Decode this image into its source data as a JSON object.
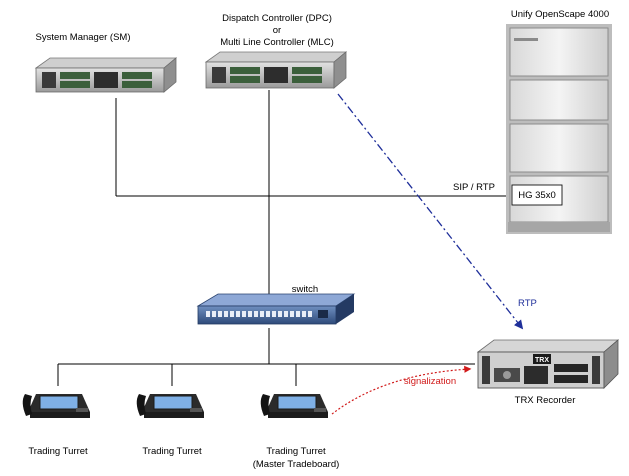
{
  "nodes": {
    "system_manager": {
      "label": "System Manager (SM)"
    },
    "dispatch_controller": {
      "label_line1": "Dispatch Controller (DPC)",
      "label_line2": "or",
      "label_line3": "Multi Line Controller (MLC)"
    },
    "openscape": {
      "label": "Unify OpenScape 4000",
      "module_label": "HG 35x0"
    },
    "switch": {
      "label": "switch"
    },
    "trx_recorder": {
      "label": "TRX Recorder",
      "front_badge": "TRX"
    },
    "turrets": [
      {
        "label_line1": "Trading Turret",
        "label_line2": ""
      },
      {
        "label_line1": "Trading Turret",
        "label_line2": ""
      },
      {
        "label_line1": "Trading Turret",
        "label_line2": "(Master Tradeboard)"
      }
    ]
  },
  "links": {
    "sip_rtp": {
      "label": "SIP / RTP"
    },
    "rtp": {
      "label": "RTP",
      "color": "#1f2f9a"
    },
    "signalization": {
      "label": "signalization",
      "color": "#d11a1a"
    }
  }
}
